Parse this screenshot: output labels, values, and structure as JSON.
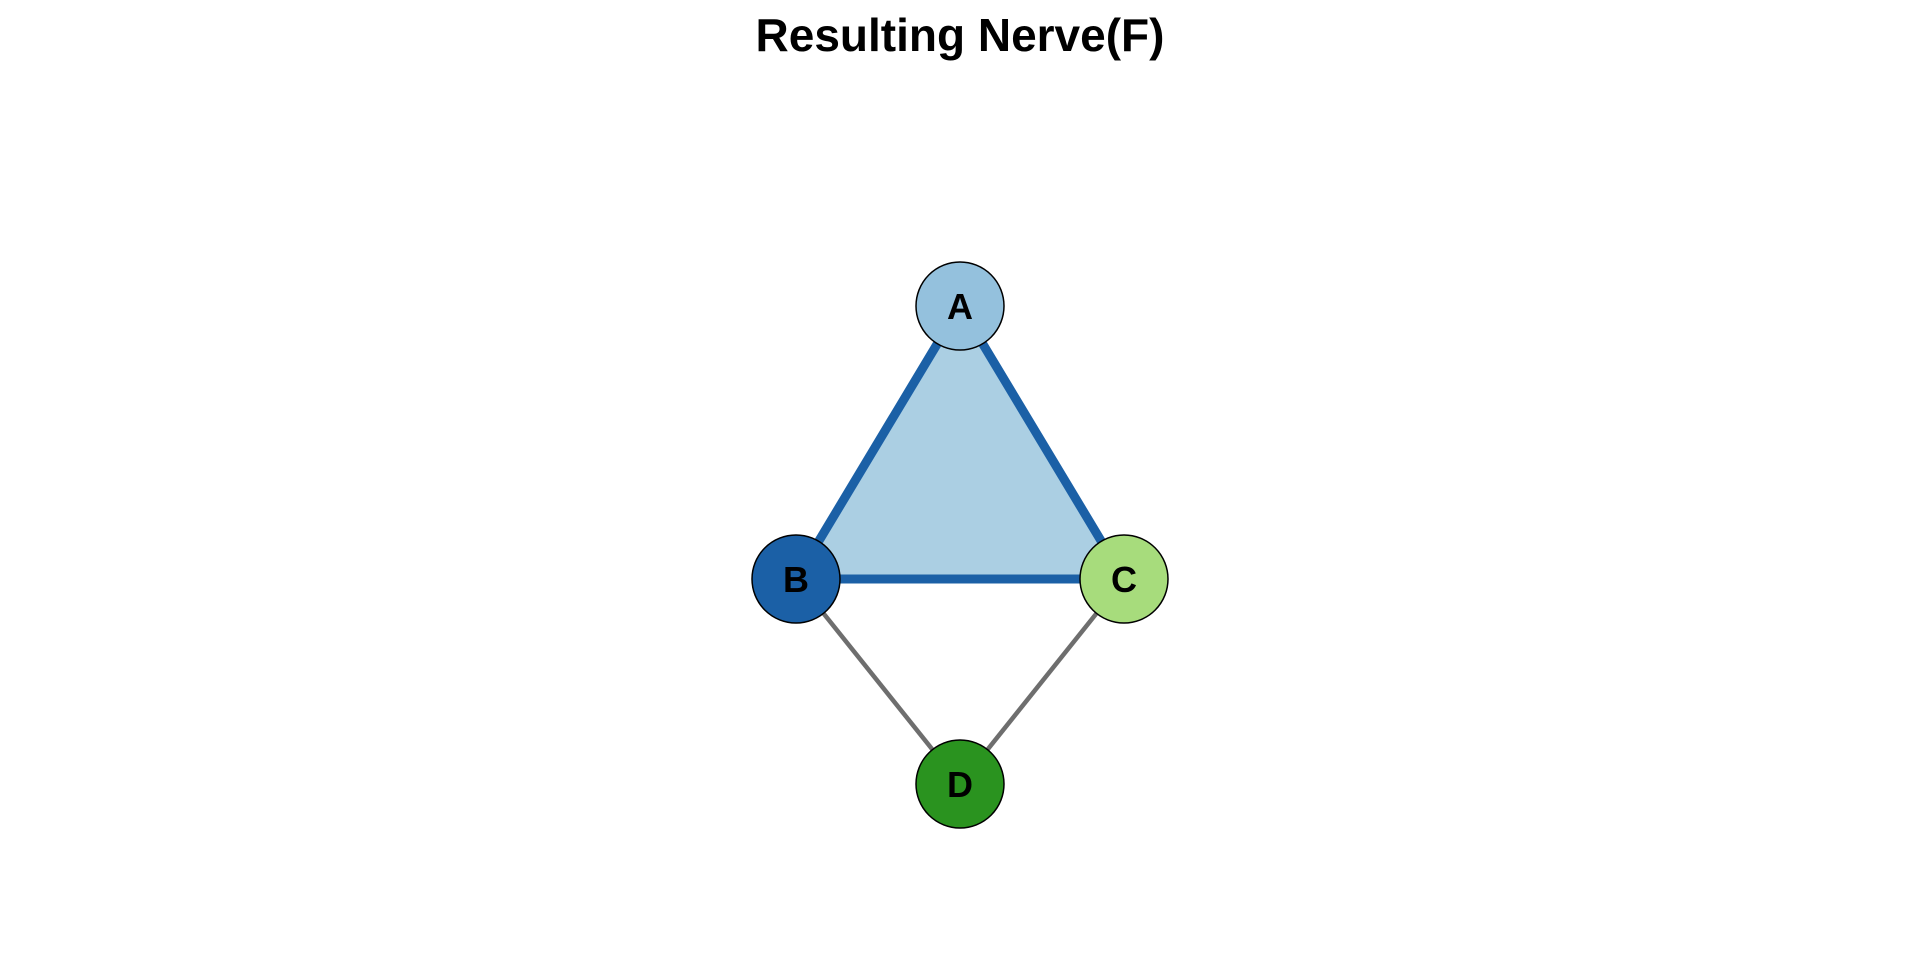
{
  "title": "Resulting Nerve(F)",
  "nodes": [
    {
      "id": "A",
      "label": "A",
      "color": "#94c1dd"
    },
    {
      "id": "B",
      "label": "B",
      "color": "#1b60a6"
    },
    {
      "id": "C",
      "label": "C",
      "color": "#a7dc7c"
    },
    {
      "id": "D",
      "label": "D",
      "color": "#2a931f"
    }
  ],
  "faces": [
    {
      "vertices": [
        "A",
        "B",
        "C"
      ],
      "fill": "#abcfe3"
    }
  ],
  "edges": [
    {
      "from": "A",
      "to": "B",
      "color": "#1b60a6",
      "style": "thick"
    },
    {
      "from": "A",
      "to": "C",
      "color": "#1b60a6",
      "style": "thick"
    },
    {
      "from": "B",
      "to": "C",
      "color": "#1b60a6",
      "style": "thick"
    },
    {
      "from": "B",
      "to": "D",
      "color": "#6e6e6e",
      "style": "thin"
    },
    {
      "from": "C",
      "to": "D",
      "color": "#6e6e6e",
      "style": "thin"
    }
  ]
}
